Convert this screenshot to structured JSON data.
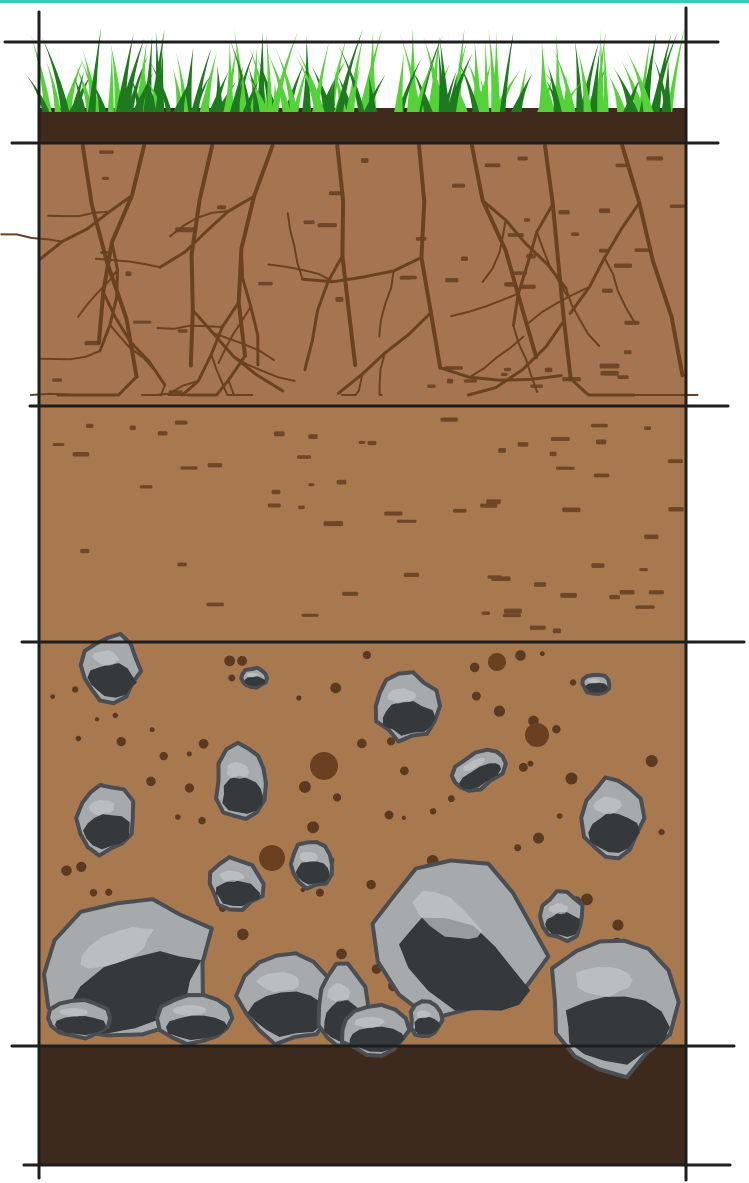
{
  "diagram": {
    "type": "soil-profile-cross-section",
    "layers": [
      {
        "id": "grass-surface",
        "color": "#3f2a1c"
      },
      {
        "id": "topsoil-with-roots",
        "color": "#a57551"
      },
      {
        "id": "subsoil",
        "color": "#a8794f"
      },
      {
        "id": "weathered-rock-layer",
        "color": "#a8794f"
      },
      {
        "id": "bedrock",
        "color": "#3e2a1c"
      }
    ],
    "colors": {
      "accent": "#2fcfb8",
      "grass_dark": "#1e7a1e",
      "grass_light": "#55d23a",
      "root": "#6b4220",
      "rock_light": "#a6aaad",
      "rock_dark": "#35393c",
      "rock_outline": "#4a4e52",
      "line": "#1e1e1e"
    }
  }
}
